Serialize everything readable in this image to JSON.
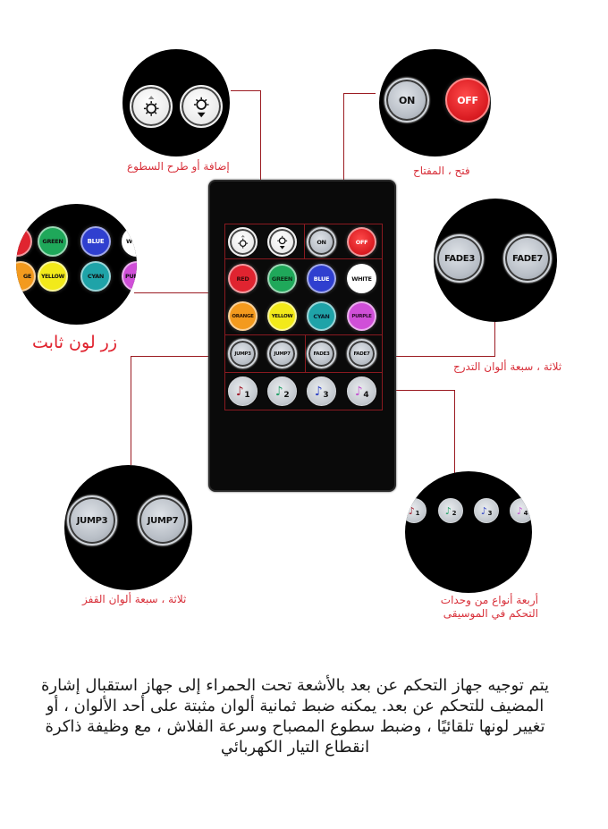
{
  "callouts": {
    "brightness": {
      "label": "إضافة أو طرح السطوع",
      "buttons": [
        {
          "icon": "brightness-up-icon"
        },
        {
          "icon": "brightness-down-icon"
        }
      ]
    },
    "power": {
      "label": "فتح ، المفتاح",
      "buttons": [
        {
          "label": "ON",
          "color": "#b9bfc6"
        },
        {
          "label": "OFF",
          "color": "#e3262c"
        }
      ]
    },
    "static_color": {
      "label": "زر لون ثابت",
      "buttons": [
        {
          "label": "GREEN",
          "color": "#1fa85a"
        },
        {
          "label": "BLUE",
          "color": "#2f3fcf"
        },
        {
          "label": "W",
          "color": "#ffffff"
        },
        {
          "label": "GE",
          "color": "#f39a1e"
        },
        {
          "label": "YELLOW",
          "color": "#f2ea1a"
        },
        {
          "label": "CYAN",
          "color": "#1fa3a8"
        },
        {
          "label": "PUR",
          "color": "#d04fd8"
        }
      ]
    },
    "fade": {
      "label": "ثلاثة ، سبعة ألوان التدرج",
      "buttons": [
        {
          "label": "FADE3"
        },
        {
          "label": "FADE7"
        }
      ]
    },
    "jump": {
      "label": "ثلاثة ، سبعة ألوان القفز",
      "buttons": [
        {
          "label": "JUMP3"
        },
        {
          "label": "JUMP7"
        }
      ]
    },
    "music": {
      "label": "أربعة أنواع من وحدات التحكم في الموسيقى",
      "buttons": [
        {
          "num": "1",
          "note_color": "#a01c2c"
        },
        {
          "num": "2",
          "note_color": "#27a16a"
        },
        {
          "num": "3",
          "note_color": "#3346c4"
        },
        {
          "num": "4",
          "note_color": "#c25ad0"
        }
      ]
    }
  },
  "remote": {
    "rows": [
      [
        {
          "type": "icon",
          "icon": "brightness-up-icon"
        },
        {
          "type": "icon",
          "icon": "brightness-down-icon"
        },
        {
          "type": "gray",
          "label": "ON"
        },
        {
          "type": "color",
          "label": "OFF",
          "color": "#e3262c",
          "text_color": "#ffffff"
        }
      ],
      [
        {
          "type": "color",
          "label": "RED",
          "color": "#e02430",
          "text_color": "#3a0a0a"
        },
        {
          "type": "color",
          "label": "GREEN",
          "color": "#1fa85a",
          "text_color": "#0b2a14"
        },
        {
          "type": "color",
          "label": "BLUE",
          "color": "#2f3fcf",
          "text_color": "#ffffff"
        },
        {
          "type": "color",
          "label": "WHITE",
          "color": "#ffffff",
          "text_color": "#111111"
        }
      ],
      [
        {
          "type": "color",
          "label": "ORANGE",
          "color": "#f39a1e",
          "text_color": "#2a1200"
        },
        {
          "type": "color",
          "label": "YELLOW",
          "color": "#f2ea1a",
          "text_color": "#111111"
        },
        {
          "type": "color",
          "label": "CYAN",
          "color": "#1fa3a8",
          "text_color": "#0a1a2a"
        },
        {
          "type": "color",
          "label": "PURPLE",
          "color": "#d04fd8",
          "text_color": "#2a0a2a"
        }
      ],
      [
        {
          "type": "gray",
          "label": "JUMP3"
        },
        {
          "type": "gray",
          "label": "JUMP7"
        },
        {
          "type": "gray",
          "label": "FADE3"
        },
        {
          "type": "gray",
          "label": "FADE7"
        }
      ],
      [
        {
          "type": "music",
          "num": "1",
          "note": "♪",
          "note_color": "#a01c2c"
        },
        {
          "type": "music",
          "num": "2",
          "note": "♪",
          "note_color": "#27a16a"
        },
        {
          "type": "music",
          "num": "3",
          "note": "♪",
          "note_color": "#3346c4"
        },
        {
          "type": "music",
          "num": "4",
          "note": "♪",
          "note_color": "#c25ad0"
        }
      ]
    ]
  },
  "description": "يتم توجيه جهاز التحكم عن بعد بالأشعة تحت الحمراء إلى جهاز استقبال إشارة المضيف للتحكم عن بعد. يمكنه ضبط ثمانية ألوان مثبتة على أحد الألوان ، أو تغيير لونها تلقائيًا ، وضبط سطوع المصباح وسرعة الفلاش ، مع وظيفة ذاكرة انقطاع التيار الكهربائي",
  "colors": {
    "accent_line": "#9b1b22",
    "label_red": "#d8303a"
  }
}
